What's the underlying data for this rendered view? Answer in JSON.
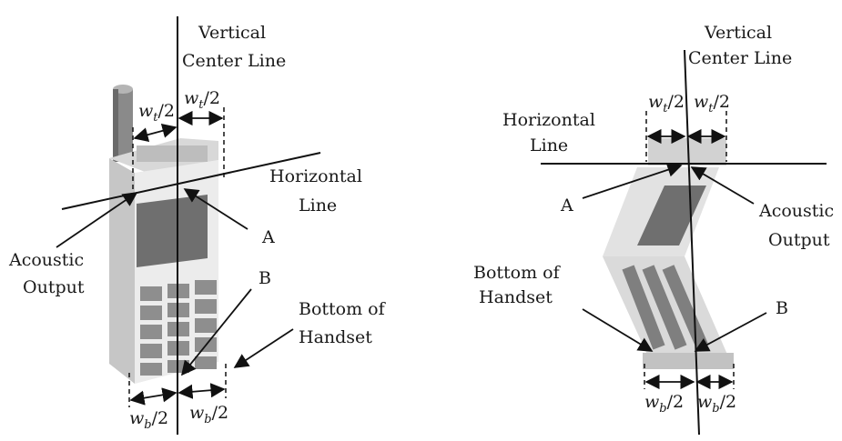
{
  "left_panel": {
    "vertical_line_label": [
      "Vertical",
      "Center Line"
    ],
    "horizontal_line_label": [
      "Horizontal",
      "Line"
    ],
    "acoustic_output_label": [
      "Acoustic",
      "Output"
    ],
    "bottom_label": [
      "Bottom of",
      "Handset"
    ],
    "point_a": "A",
    "point_b": "B",
    "dim_top_left": {
      "base": "w",
      "sub": "t",
      "rest": "/2"
    },
    "dim_top_right": {
      "base": "w",
      "sub": "t",
      "rest": "/2"
    },
    "dim_bottom_left": {
      "base": "w",
      "sub": "b",
      "rest": "/2"
    },
    "dim_bottom_right": {
      "base": "w",
      "sub": "b",
      "rest": "/2"
    }
  },
  "right_panel": {
    "vertical_line_label": [
      "Vertical",
      "Center Line"
    ],
    "horizontal_line_label": [
      "Horizontal",
      "Line"
    ],
    "acoustic_output_label": [
      "Acoustic",
      "Output"
    ],
    "bottom_label": [
      "Bottom of",
      "Handset"
    ],
    "point_a": "A",
    "point_b": "B",
    "dim_top_left": {
      "base": "w",
      "sub": "t",
      "rest": "/2"
    },
    "dim_top_right": {
      "base": "w",
      "sub": "t",
      "rest": "/2"
    },
    "dim_bottom_left": {
      "base": "w",
      "sub": "b",
      "rest": "/2"
    },
    "dim_bottom_right": {
      "base": "w",
      "sub": "b",
      "rest": "/2"
    }
  },
  "colors": {
    "line": "#111111",
    "body_light": "#e6e6e6",
    "body_mid": "#cfcfcf",
    "body_dark": "#9a9a9a",
    "screen": "#6f6f6f",
    "keys": "#8e8e8e"
  }
}
